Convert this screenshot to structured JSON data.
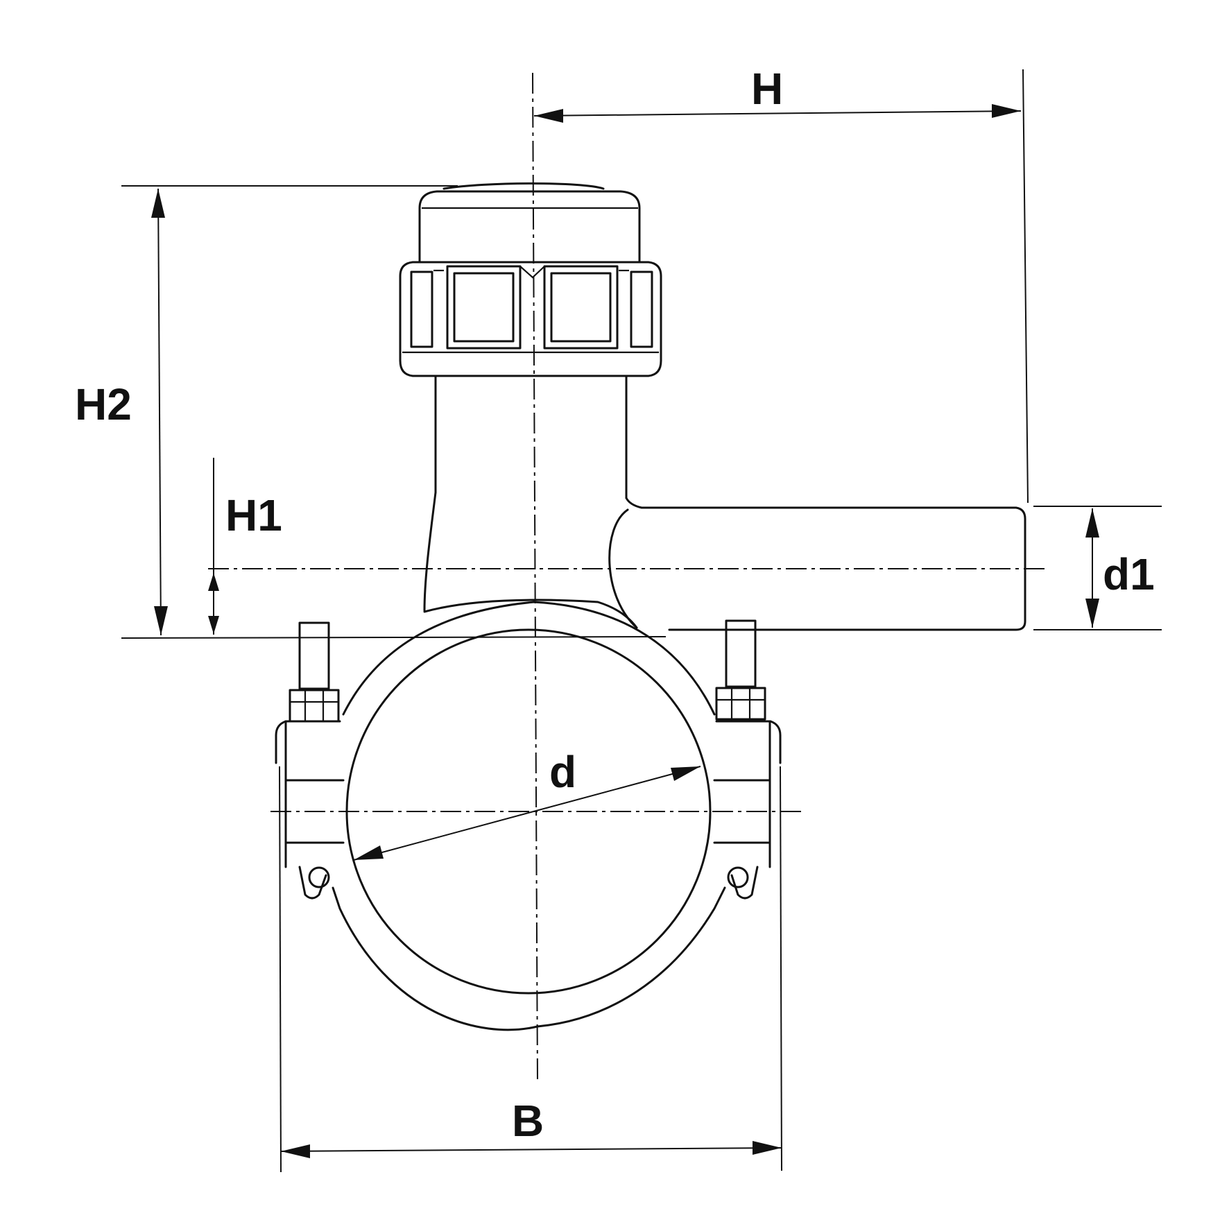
{
  "labels": {
    "H": "H",
    "H2": "H2",
    "H1": "H1",
    "d1": "d1",
    "d": "d",
    "B": "B"
  },
  "colors": {
    "ink": "#111111",
    "background": "#ffffff"
  }
}
